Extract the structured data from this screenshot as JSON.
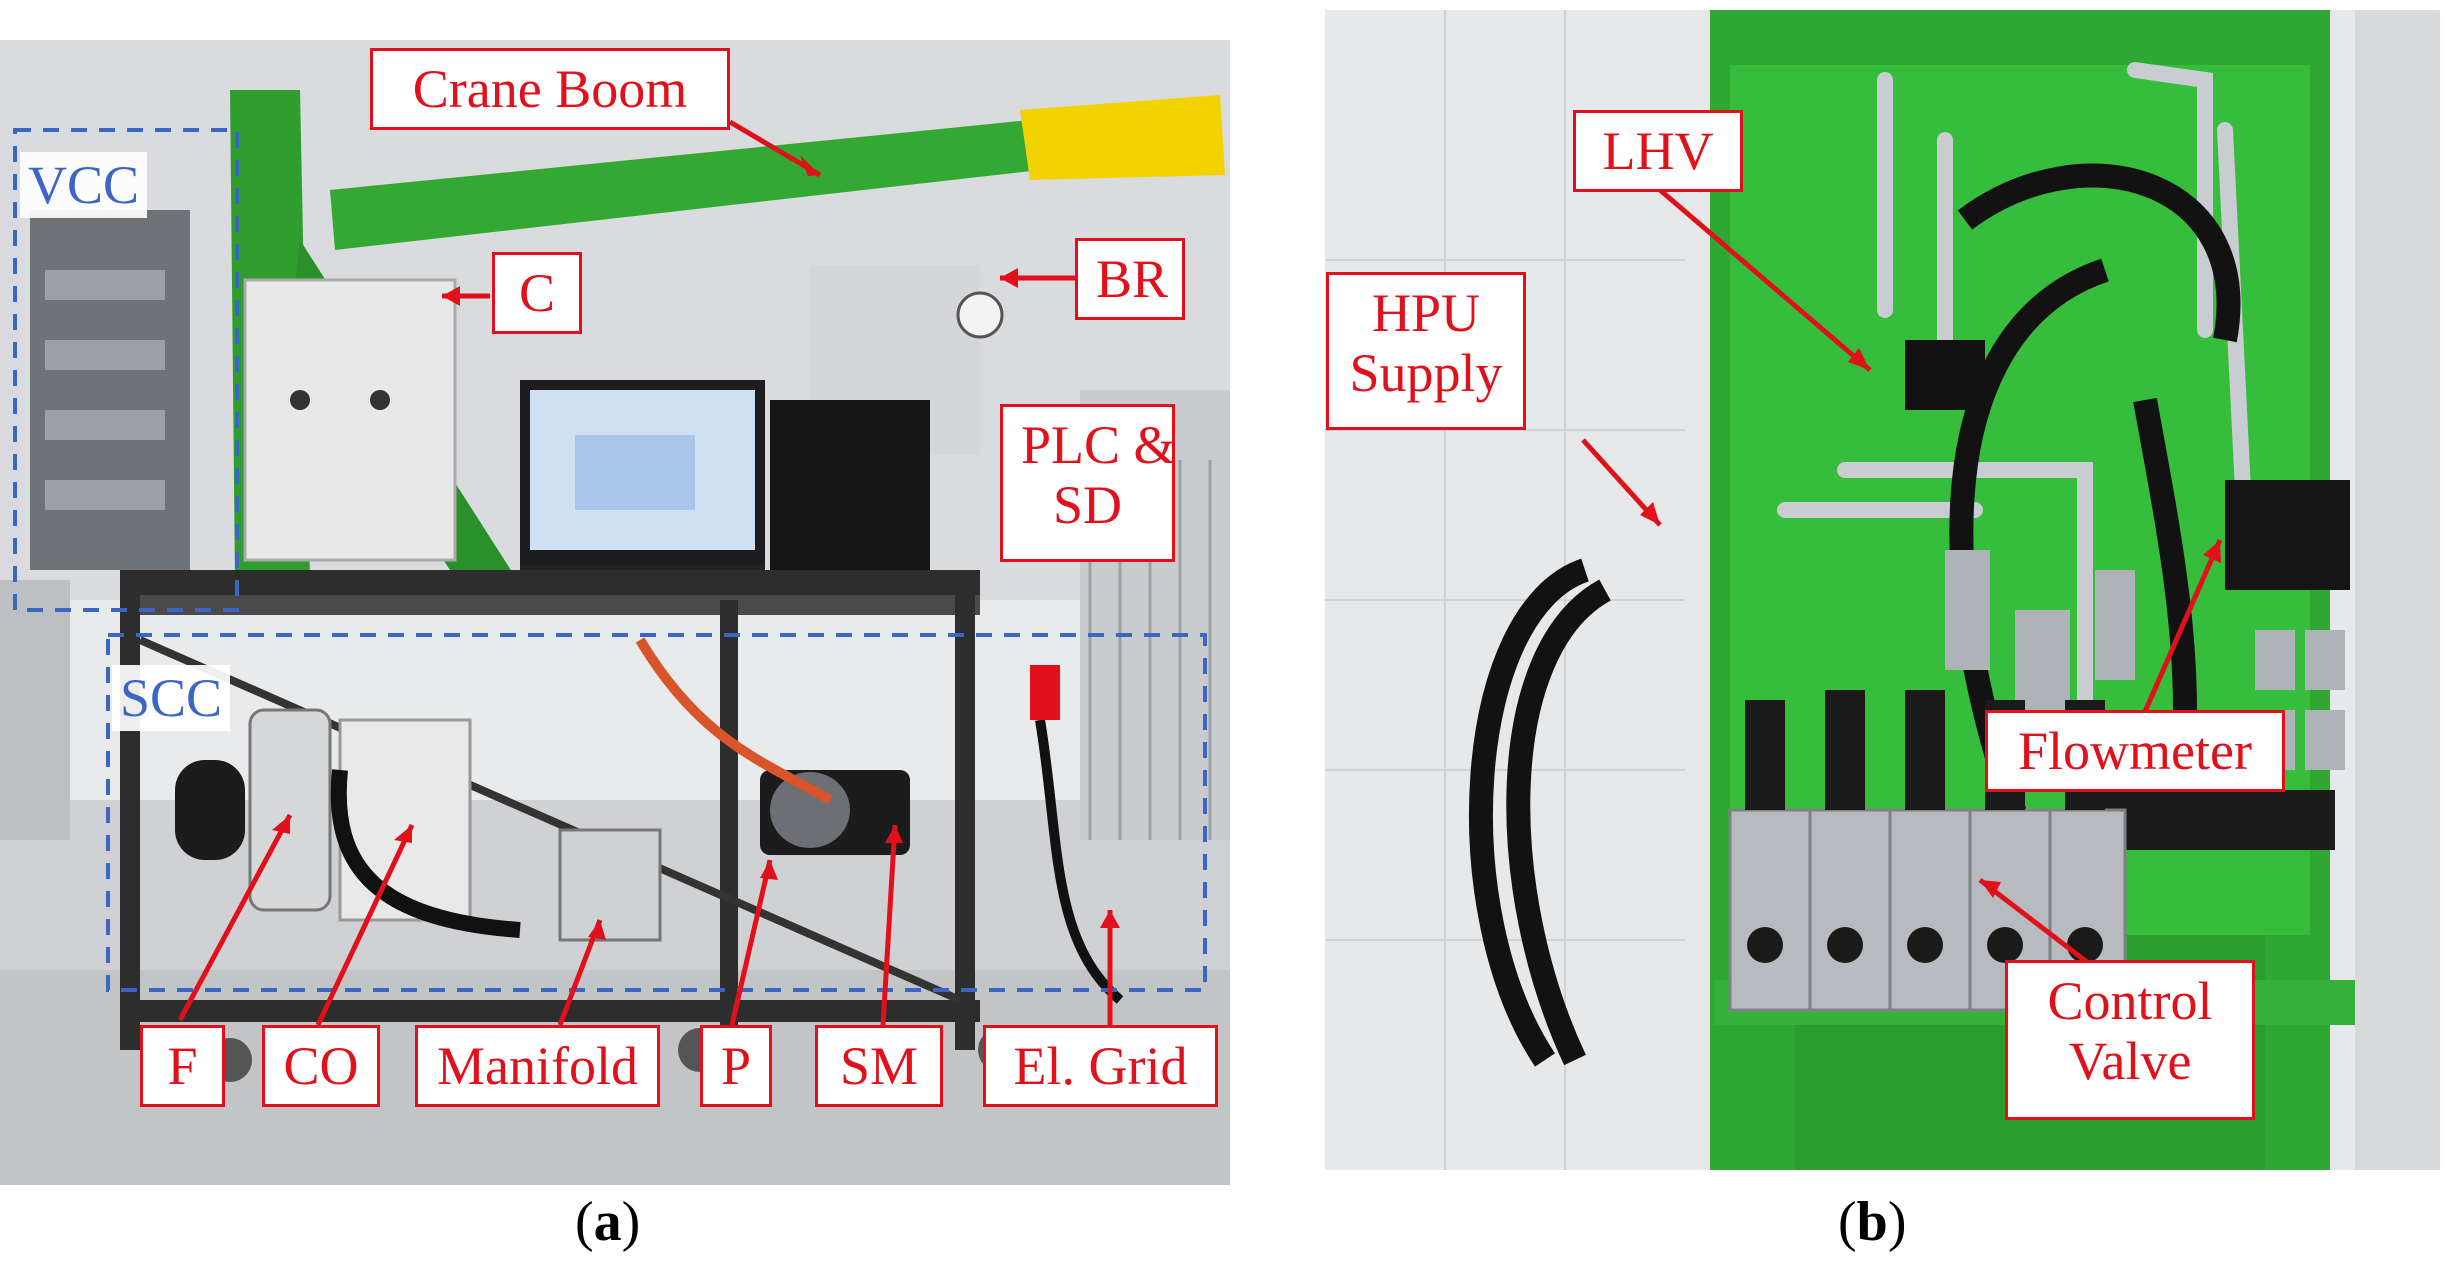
{
  "panel_a": {
    "caption_letter": "a",
    "regions": {
      "vcc": "VCC",
      "scc": "SCC"
    },
    "callouts": {
      "crane_boom": "Crane Boom",
      "c": "C",
      "br": "BR",
      "plc_line1": "PLC &",
      "plc_line2": "SD",
      "f": "F",
      "co": "CO",
      "manifold": "Manifold",
      "p": "P",
      "sm": "SM",
      "el_grid": "El. Grid"
    }
  },
  "panel_b": {
    "caption_letter": "b",
    "callouts": {
      "lhv": "LHV",
      "hpu_line1": "HPU",
      "hpu_line2": "Supply",
      "flowmeter": "Flowmeter",
      "control_line1": "Control",
      "control_line2": "Valve"
    }
  },
  "colors": {
    "callout_red": "#e0111b",
    "region_blue": "#3b66c4",
    "crane_green": "#2f9e2f",
    "panel_green": "#34b83a"
  }
}
